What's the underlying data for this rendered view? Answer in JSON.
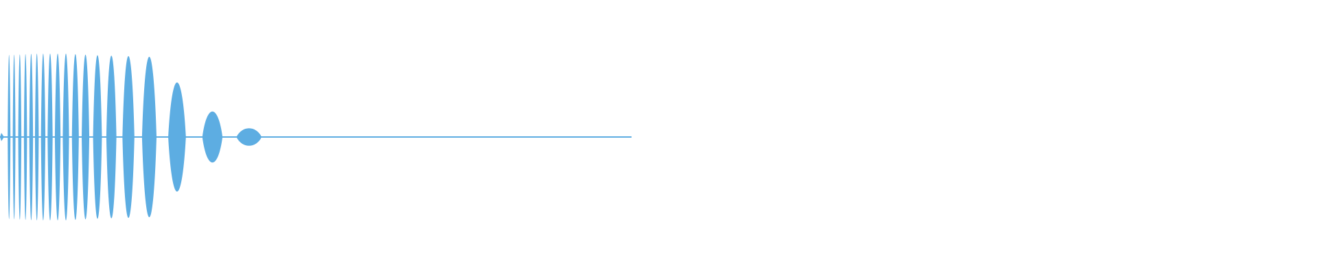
{
  "waveform": {
    "icon": "audio-waveform",
    "color": "#5dade2",
    "amplitude_peak": 1.0,
    "envelope": [
      {
        "t": 0.0,
        "amp": 0.98
      },
      {
        "t": 0.05,
        "amp": 1.0
      },
      {
        "t": 0.1,
        "amp": 1.0
      },
      {
        "t": 0.15,
        "amp": 0.98
      },
      {
        "t": 0.2,
        "amp": 0.97
      },
      {
        "t": 0.24,
        "amp": 0.96
      },
      {
        "t": 0.28,
        "amp": 0.62
      },
      {
        "t": 0.32,
        "amp": 0.36
      },
      {
        "t": 0.36,
        "amp": 0.18
      },
      {
        "t": 0.4,
        "amp": 0.08
      },
      {
        "t": 0.45,
        "amp": 0.03
      },
      {
        "t": 0.55,
        "amp": 0.02
      },
      {
        "t": 1.0,
        "amp": 0.01
      }
    ],
    "lobes": [
      {
        "center": 0.01,
        "width": 0.004
      },
      {
        "center": 0.018,
        "width": 0.004
      },
      {
        "center": 0.027,
        "width": 0.005
      },
      {
        "center": 0.036,
        "width": 0.005
      },
      {
        "center": 0.045,
        "width": 0.006
      },
      {
        "center": 0.054,
        "width": 0.006
      },
      {
        "center": 0.064,
        "width": 0.007
      },
      {
        "center": 0.075,
        "width": 0.008
      },
      {
        "center": 0.087,
        "width": 0.009
      },
      {
        "center": 0.1,
        "width": 0.01
      },
      {
        "center": 0.115,
        "width": 0.011
      },
      {
        "center": 0.131,
        "width": 0.012
      },
      {
        "center": 0.15,
        "width": 0.014
      },
      {
        "center": 0.172,
        "width": 0.016
      },
      {
        "center": 0.199,
        "width": 0.019
      },
      {
        "center": 0.232,
        "width": 0.023
      },
      {
        "center": 0.276,
        "width": 0.028
      },
      {
        "center": 0.332,
        "width": 0.032
      },
      {
        "center": 0.39,
        "width": 0.04
      }
    ]
  }
}
